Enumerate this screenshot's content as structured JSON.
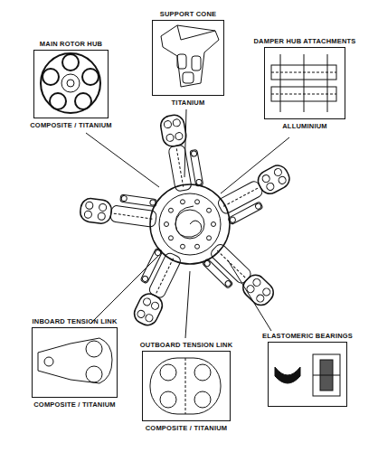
{
  "diagram": {
    "nodes": [
      {
        "text": [
          "MAIN ROTOR HUB",
          "COMPOSITE / TITANIUM"
        ]
      },
      {
        "text": [
          "SUPPORT CONE",
          "TITANIUM"
        ]
      },
      {
        "text": [
          "DAMPER HUB ATTACHMENTS",
          "ALLUMINIUM"
        ]
      },
      {
        "text": [
          "INBOARD TENSION LINK",
          "COMPOSITE / TITANIUM"
        ]
      },
      {
        "text": [
          "OUTBOARD TENSION LINK",
          "COMPOSITE / TITANIUM"
        ]
      },
      {
        "text": [
          "ELASTOMERIC BEARINGS"
        ]
      }
    ]
  }
}
